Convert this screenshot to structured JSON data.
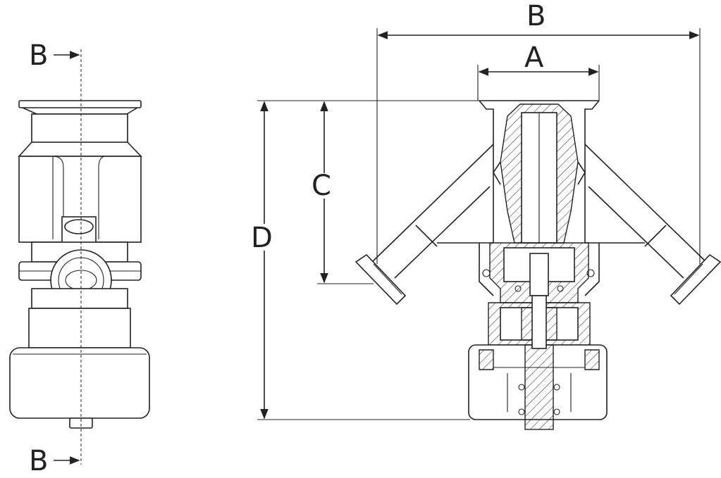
{
  "labels": {
    "section_top": "B",
    "section_bottom": "B",
    "dim_a": "A",
    "dim_b": "B",
    "dim_c": "C",
    "dim_d": "D"
  },
  "colors": {
    "line": "#222222",
    "background": "#ffffff"
  }
}
